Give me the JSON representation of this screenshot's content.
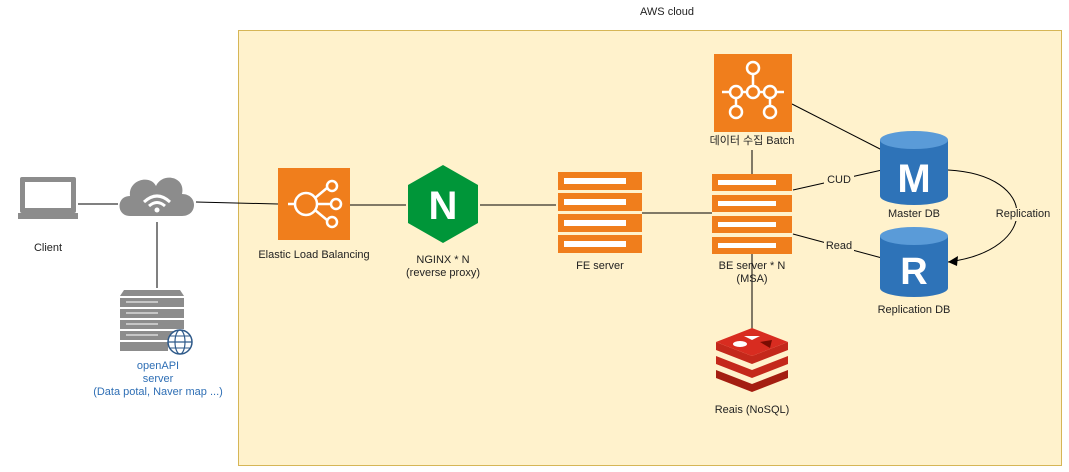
{
  "diagram": {
    "cloud_title": "AWS cloud",
    "nodes": {
      "client": "Client",
      "openapi": [
        "openAPI",
        "server",
        "(Data potal, Naver map ...)"
      ],
      "elb": "Elastic Load Balancing",
      "nginx": [
        "NGINX  * N",
        "(reverse proxy)"
      ],
      "fe": "FE server",
      "be": [
        "BE server * N",
        "(MSA)"
      ],
      "batch": "데이터 수집 Batch",
      "master": "Master DB",
      "replica": "Replication DB",
      "redis": "Reais (NoSQL)"
    },
    "edges": {
      "cud": "CUD",
      "read": "Read",
      "replication": "Replication"
    },
    "icon_letters": {
      "nginx": "N",
      "master": "M",
      "replica": "R"
    }
  },
  "colors": {
    "cloud_fill": "#fff2cc",
    "cloud_border": "#d6b656",
    "aws_orange": "#f07e1c",
    "nginx_green": "#009639",
    "db_blue": "#2e73b8",
    "redis_red": "#d82c20",
    "gray_icon": "#8c8c8c",
    "link_blue": "#2f6fb5"
  }
}
